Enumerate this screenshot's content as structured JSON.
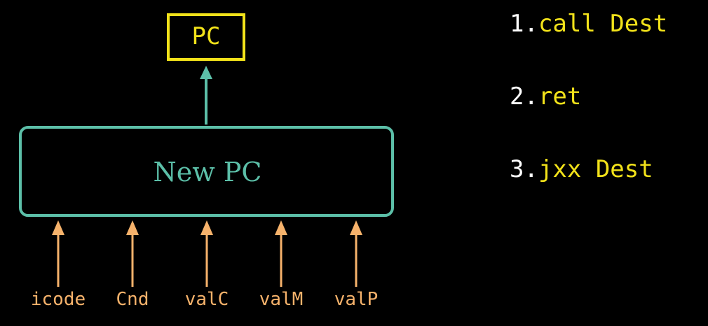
{
  "colors": {
    "background": "#000000",
    "pc_box": "#f2e21a",
    "new_pc_box": "#5cbfa8",
    "input_arrow": "#f6b26b",
    "list_number": "#ffffff",
    "list_instruction": "#f2e21a"
  },
  "pc_box": {
    "label": "PC"
  },
  "new_pc_box": {
    "label": "New PC"
  },
  "inputs": [
    {
      "label": "icode"
    },
    {
      "label": "Cnd"
    },
    {
      "label": "valC"
    },
    {
      "label": "valM"
    },
    {
      "label": "valP"
    }
  ],
  "instructions": [
    {
      "number": "1.",
      "text": "call Dest"
    },
    {
      "number": "2.",
      "text": "ret"
    },
    {
      "number": "3.",
      "text": "jxx Dest"
    }
  ]
}
